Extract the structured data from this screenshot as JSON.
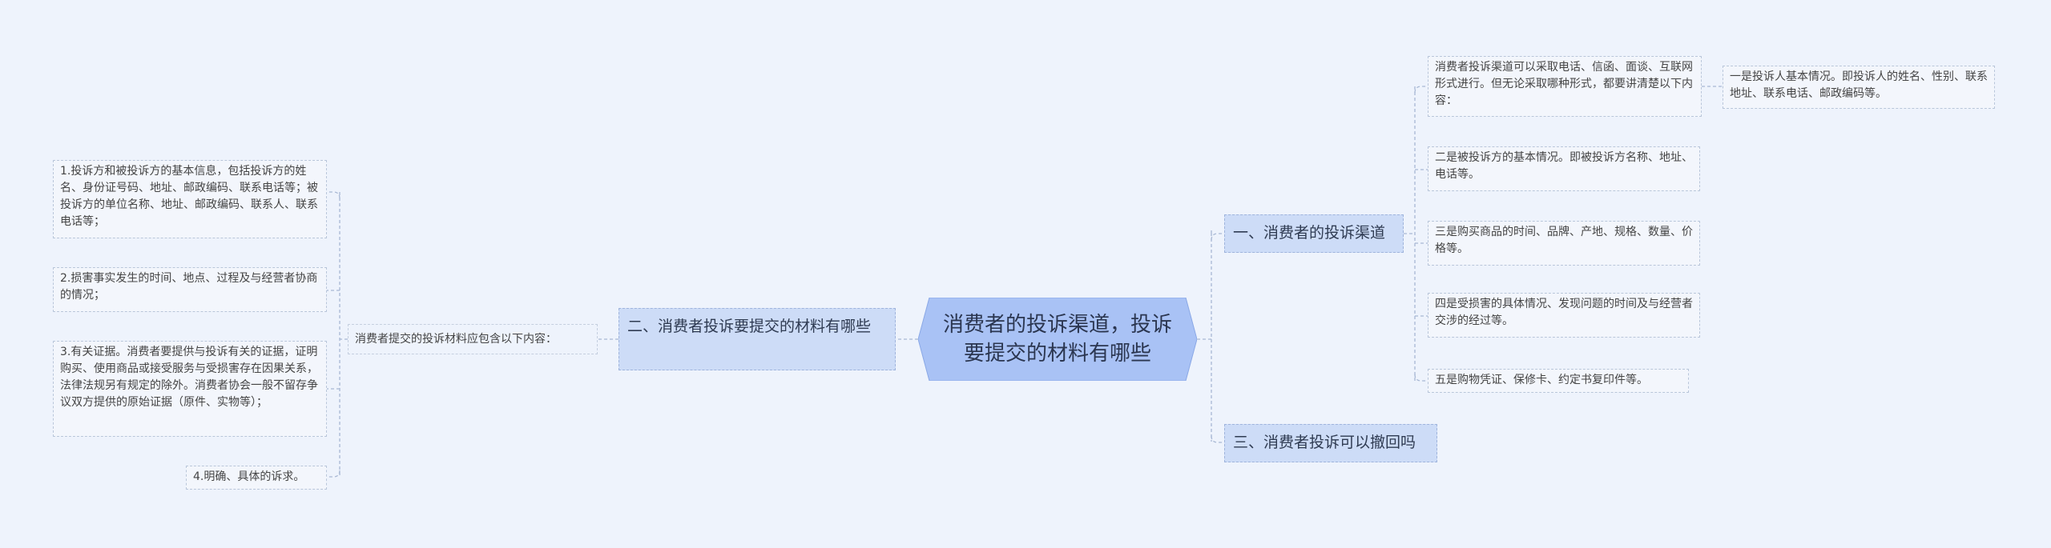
{
  "root": {
    "title": "消费者的投诉渠道，投诉要提交的材料有哪些"
  },
  "right": {
    "branch1": {
      "title": "一、消费者的投诉渠道",
      "children": [
        "消费者投诉渠道可以采取电话、信函、面谈、互联网形式进行。但无论采取哪种形式，都要讲清楚以下内容：",
        "二是被投诉方的基本情况。即被投诉方名称、地址、电话等。",
        "三是购买商品的时间、品牌、产地、规格、数量、价格等。",
        "四是受损害的具体情况、发现问题的时间及与经营者交涉的经过等。",
        "五是购物凭证、保修卡、约定书复印件等。"
      ],
      "grandchild": "一是投诉人基本情况。即投诉人的姓名、性别、联系地址、联系电话、邮政编码等。"
    },
    "branch3": {
      "title": "三、消费者投诉可以撤回吗"
    }
  },
  "left": {
    "branch2": {
      "title": "二、消费者投诉要提交的材料有哪些",
      "sub": "消费者提交的投诉材料应包含以下内容：",
      "items": [
        "1.投诉方和被投诉方的基本信息，包括投诉方的姓名、身份证号码、地址、邮政编码、联系电话等；被投诉方的单位名称、地址、邮政编码、联系人、联系电话等；",
        "2.损害事实发生的时间、地点、过程及与经营者协商的情况；",
        "3.有关证据。消费者要提供与投诉有关的证据，证明购买、使用商品或接受服务与受损害存在因果关系，法律法规另有规定的除外。消费者协会一般不留存争议双方提供的原始证据（原件、实物等）；",
        "4.明确、具体的诉求。"
      ]
    }
  },
  "colors": {
    "background": "#eef3fc",
    "root_fill": "#a9c2f5",
    "branch_fill": "#cddcf7",
    "connector": "#a8b8d4"
  }
}
